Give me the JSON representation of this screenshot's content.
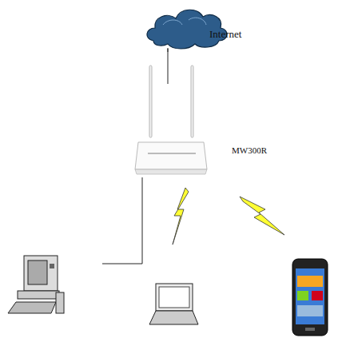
{
  "diagram": {
    "nodes": [
      {
        "text": [
          "Internet"
        ]
      },
      {
        "text": [
          "MW300R"
        ]
      }
    ],
    "edges": [
      {
        "from": 0,
        "to": 1,
        "arrow": "none"
      }
    ]
  }
}
